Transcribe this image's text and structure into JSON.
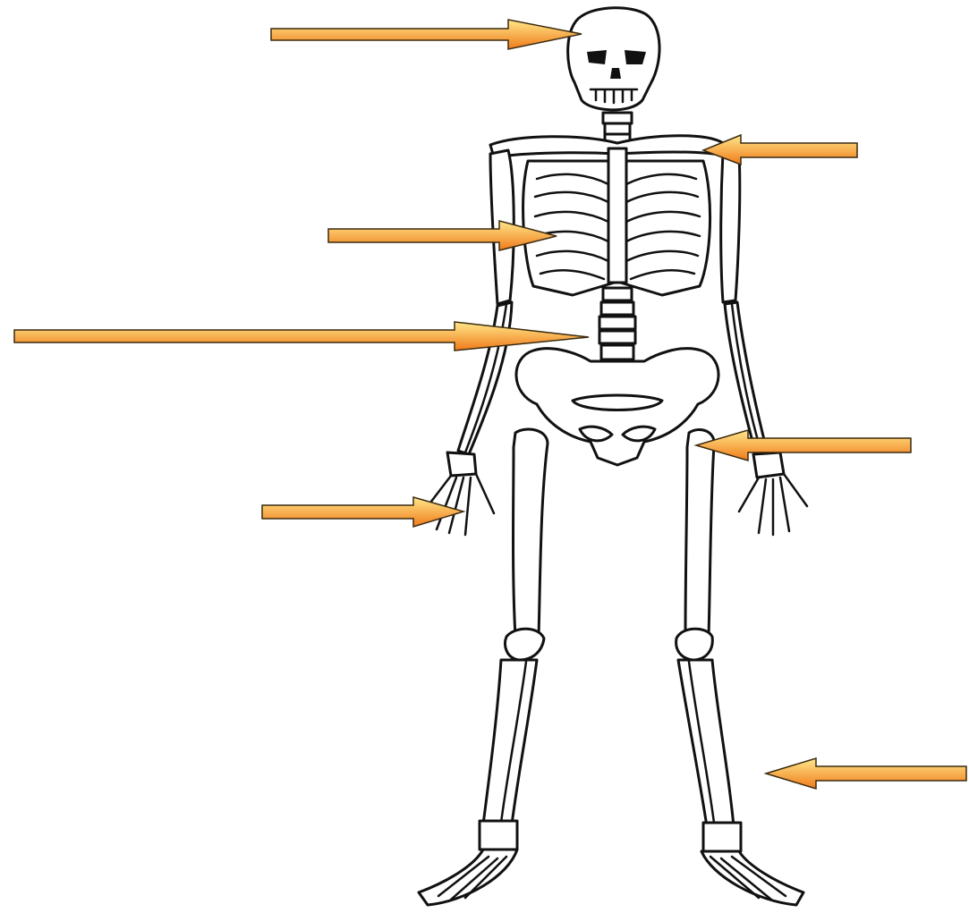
{
  "diagram": {
    "subject": "skeleton-icon",
    "colors": {
      "arrow_light": "#ffe88a",
      "arrow_dark": "#f07a1a",
      "outline": "#111111",
      "background": "#ffffff"
    },
    "arrows": [
      {
        "name": "arrow-skull",
        "direction": "right"
      },
      {
        "name": "arrow-shoulder",
        "direction": "left"
      },
      {
        "name": "arrow-ribcage",
        "direction": "right"
      },
      {
        "name": "arrow-spine",
        "direction": "right"
      },
      {
        "name": "arrow-hip",
        "direction": "left"
      },
      {
        "name": "arrow-hand",
        "direction": "right"
      },
      {
        "name": "arrow-ankle",
        "direction": "left"
      }
    ]
  }
}
